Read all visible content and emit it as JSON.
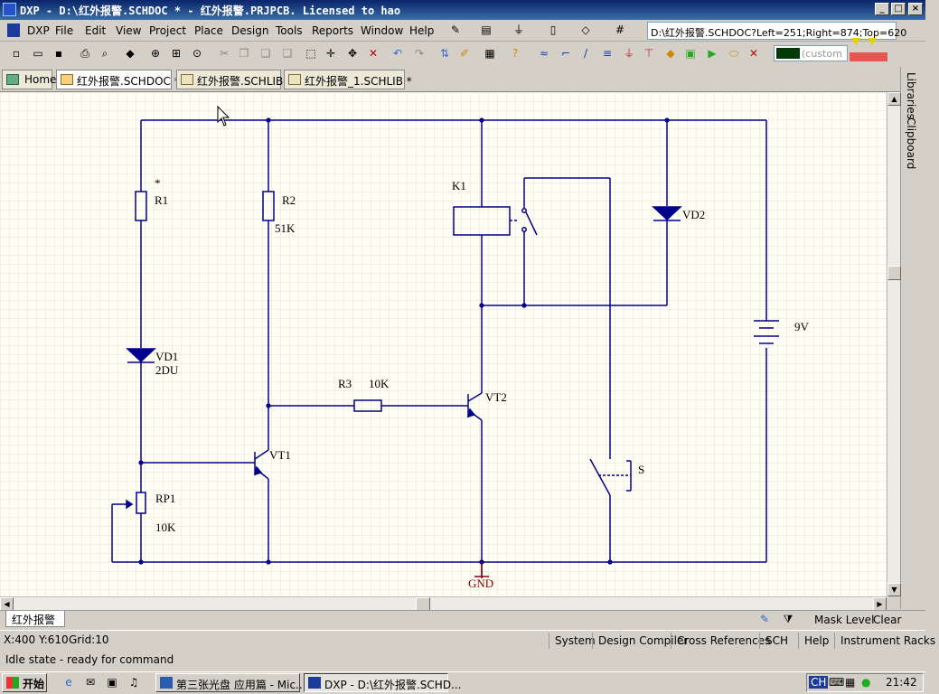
{
  "window": {
    "title": "DXP - D:\\红外报警.SCHDOC * - 红外报警.PRJPCB. Licensed to hao",
    "buttons": {
      "minimize": "_",
      "maximize": "□",
      "close": "×"
    }
  },
  "menubar": {
    "items": [
      "DXP",
      "File",
      "Edit",
      "View",
      "Project",
      "Place",
      "Design",
      "Tools",
      "Reports",
      "Window",
      "Help"
    ],
    "document_path": "D:\\红外报警.SCHDOC?Left=251;Right=874;Top=620"
  },
  "toolbar": {
    "custom_label": "(custom",
    "colors": {
      "swatch": "#053905"
    }
  },
  "tabs": [
    {
      "label": "Home"
    },
    {
      "label": "红外报警.SCHDOC *"
    },
    {
      "label": "红外报警.SCHLIB"
    },
    {
      "label": "红外报警_1.SCHLIB *"
    }
  ],
  "right_panel": {
    "libraries": "Libraries",
    "clipboard": "Clipboard"
  },
  "schematic": {
    "colors": {
      "wire": "#00008b",
      "gnd": "#8b0000",
      "grid": "#e6e1d2",
      "background": "#fffef4"
    },
    "labels": {
      "r1_star": "*",
      "r1": "R1",
      "r2": "R2",
      "r2_val": "51K",
      "k1": "K1",
      "vd2": "VD2",
      "vd1": "VD1",
      "vd1_val": "2DU",
      "bat_val": "9V",
      "r3": "R3",
      "r3_val": "10K",
      "vt2": "VT2",
      "vt1": "VT1",
      "rp1": "RP1",
      "rp1_val": "10K",
      "s": "S",
      "gnd": "GND"
    }
  },
  "sheetbar": {
    "sheet_tab": "红外报警",
    "mask_level": "Mask Level",
    "clear": "Clear"
  },
  "status": {
    "coords": "X:400 Y:610",
    "grid": "Grid:10",
    "buttons": [
      "System",
      "Design Compiler",
      "Cross References",
      "SCH",
      "Help",
      "Instrument Racks"
    ],
    "state": "Idle state - ready for command"
  },
  "taskbar": {
    "start": "开始",
    "tasks": [
      "第三张光盘 应用篇 - Mic...",
      "DXP - D:\\红外报警.SCHD..."
    ],
    "tray_ime": "CH",
    "clock": "21:42"
  }
}
